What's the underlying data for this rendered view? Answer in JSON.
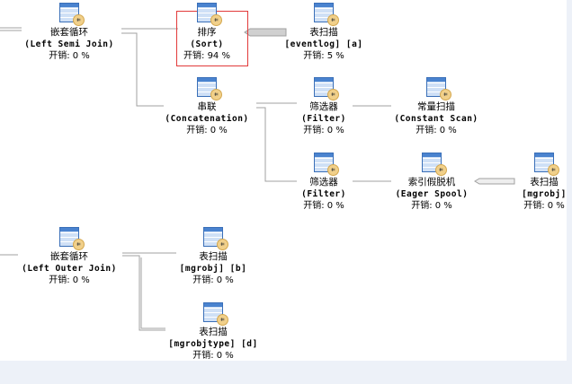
{
  "nodes": [
    {
      "id": "left-semi-join",
      "name": "嵌套循环",
      "sub": "(Left Semi Join)",
      "cost": "开销: 0 %",
      "icon": "nested-loops-icon"
    },
    {
      "id": "sort",
      "name": "排序",
      "sub": "(Sort)",
      "cost": "开销: 94 %",
      "icon": "sort-icon",
      "selected": true
    },
    {
      "id": "table-scan-eventlog",
      "name": "表扫描",
      "sub": "[eventlog] [a]",
      "cost": "开销: 5 %",
      "icon": "table-scan-icon"
    },
    {
      "id": "concatenation",
      "name": "串联",
      "sub": "(Concatenation)",
      "cost": "开销: 0 %",
      "icon": "concatenation-icon"
    },
    {
      "id": "filter-1",
      "name": "筛选器",
      "sub": "(Filter)",
      "cost": "开销: 0 %",
      "icon": "filter-icon"
    },
    {
      "id": "constant-scan",
      "name": "常量扫描",
      "sub": "(Constant Scan)",
      "cost": "开销: 0 %",
      "icon": "constant-scan-icon"
    },
    {
      "id": "filter-2",
      "name": "筛选器",
      "sub": "(Filter)",
      "cost": "开销: 0 %",
      "icon": "filter-icon"
    },
    {
      "id": "eager-spool",
      "name": "索引假脱机",
      "sub": "(Eager Spool)",
      "cost": "开销: 0 %",
      "icon": "spool-icon"
    },
    {
      "id": "table-scan-mgrobj",
      "name": "表扫描",
      "sub": "[mgrobj]",
      "cost": "开销: 0 %",
      "icon": "table-scan-icon"
    },
    {
      "id": "left-outer-join",
      "name": "嵌套循环",
      "sub": "(Left Outer Join)",
      "cost": "开销: 0 %",
      "icon": "nested-loops-icon"
    },
    {
      "id": "table-scan-mgrobj-b",
      "name": "表扫描",
      "sub": "[mgrobj] [b]",
      "cost": "开销: 0 %",
      "icon": "table-scan-icon"
    },
    {
      "id": "table-scan-mgrobjtype-d",
      "name": "表扫描",
      "sub": "[mgrobjtype] [d]",
      "cost": "开销: 0 %",
      "icon": "table-scan-icon"
    }
  ],
  "colors": {
    "selection": "#e23a3a",
    "edge": "#a0a0a0"
  }
}
